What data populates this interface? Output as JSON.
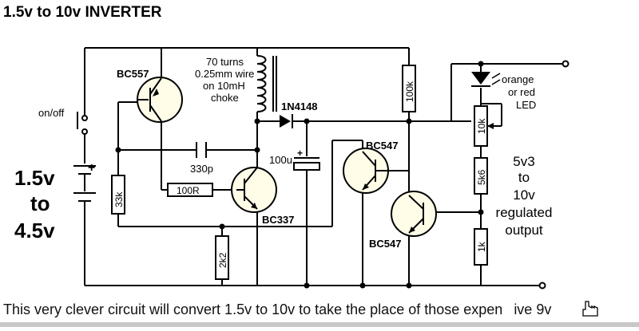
{
  "title": "1.5v to 10v INVERTER",
  "caption": "This very clever circuit will convert 1.5v to 10v to take the place of those expen",
  "caption_tail": "ive 9v",
  "labels": {
    "bc557": "BC557",
    "coil_l1": "70 turns",
    "coil_l2": "0.25mm wire",
    "coil_l3": "on 10mH",
    "coil_l4": "choke",
    "diode": "1N4148",
    "onoff": "on/off",
    "plus1": "+",
    "plus2": "+",
    "batt_v1": "1.5v",
    "batt_to": "to",
    "batt_v2": "4.5v",
    "cap330": "330p",
    "cap100u": "100u",
    "r100k": "100k",
    "r33k": "33k",
    "r100r": "100R",
    "r2k2": "2k2",
    "bc337": "BC337",
    "bc547a": "BC547",
    "bc547b": "BC547",
    "r10k": "10k",
    "r5k6": "5k6",
    "r1k": "1k",
    "led1": "orange",
    "led2": "or red",
    "led3": "LED",
    "out1": "5v3",
    "out2": "to",
    "out3": "10v",
    "out4": "regulated",
    "out5": "output"
  },
  "icons": {
    "cursor": "hand-cursor-icon"
  }
}
